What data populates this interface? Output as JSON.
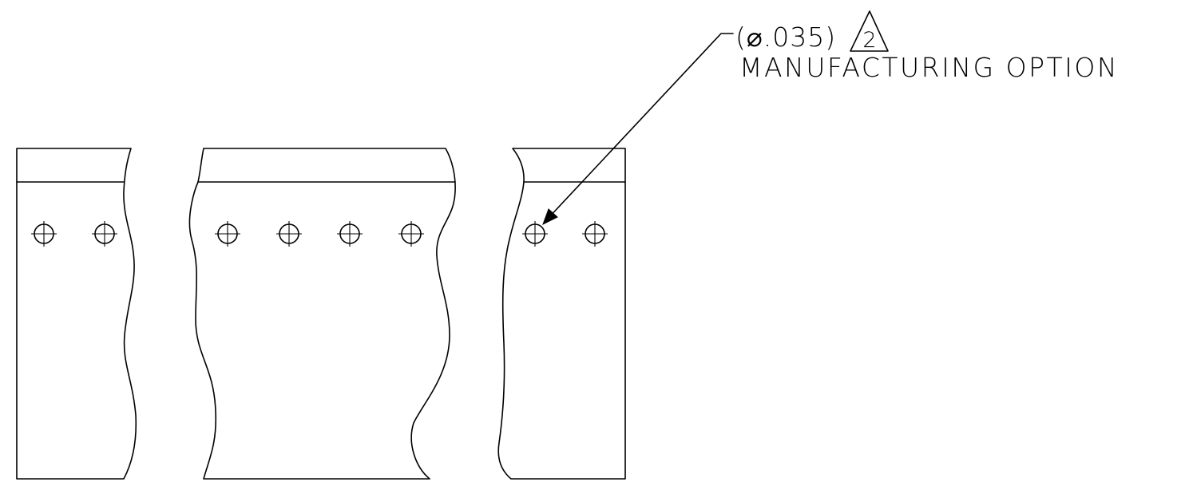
{
  "callout": {
    "diameter_text": "(⌀.035)",
    "revision_symbol": "2",
    "note_text": "MANUFACTURING OPTION"
  },
  "colors": {
    "line": "#000000",
    "background": "#ffffff"
  }
}
